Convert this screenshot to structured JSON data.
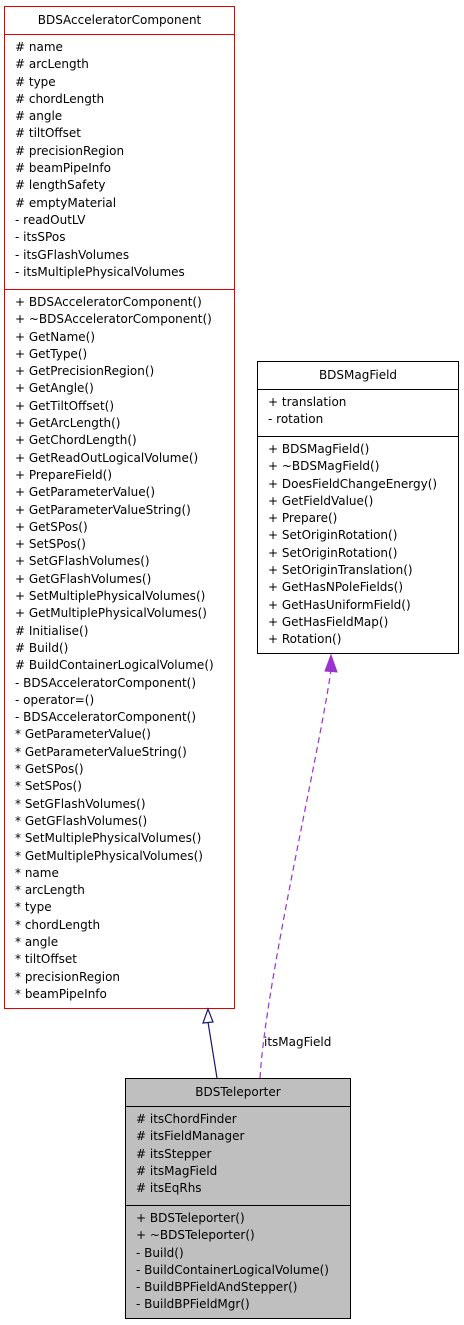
{
  "classes": {
    "accelerator_component": {
      "name": "BDSAcceleratorComponent",
      "border_color": "#e00000",
      "attributes": [
        "# name",
        "# arcLength",
        "# type",
        "# chordLength",
        "# angle",
        "# tiltOffset",
        "# precisionRegion",
        "# beamPipeInfo",
        "# lengthSafety",
        "# emptyMaterial",
        "- readOutLV",
        "- itsSPos",
        "- itsGFlashVolumes",
        "- itsMultiplePhysicalVolumes"
      ],
      "operations": [
        "+ BDSAcceleratorComponent()",
        "+ ~BDSAcceleratorComponent()",
        "+ GetName()",
        "+ GetType()",
        "+ GetPrecisionRegion()",
        "+ GetAngle()",
        "+ GetTiltOffset()",
        "+ GetArcLength()",
        "+ GetChordLength()",
        "+ GetReadOutLogicalVolume()",
        "+ PrepareField()",
        "+ GetParameterValue()",
        "+ GetParameterValueString()",
        "+ GetSPos()",
        "+ SetSPos()",
        "+ SetGFlashVolumes()",
        "+ GetGFlashVolumes()",
        "+ SetMultiplePhysicalVolumes()",
        "+ GetMultiplePhysicalVolumes()",
        "# Initialise()",
        "# Build()",
        "# BuildContainerLogicalVolume()",
        "- BDSAcceleratorComponent()",
        "- operator=()",
        "- BDSAcceleratorComponent()",
        "* GetParameterValue()",
        "* GetParameterValueString()",
        "* GetSPos()",
        "* SetSPos()",
        "* SetGFlashVolumes()",
        "* GetGFlashVolumes()",
        "* SetMultiplePhysicalVolumes()",
        "* GetMultiplePhysicalVolumes()",
        "* name",
        "* arcLength",
        "* type",
        "* chordLength",
        "* angle",
        "* tiltOffset",
        "* precisionRegion",
        "* beamPipeInfo"
      ]
    },
    "mag_field": {
      "name": "BDSMagField",
      "attributes": [
        "+ translation",
        "- rotation"
      ],
      "operations": [
        "+ BDSMagField()",
        "+ ~BDSMagField()",
        "+ DoesFieldChangeEnergy()",
        "+ GetFieldValue()",
        "+ Prepare()",
        "+ SetOriginRotation()",
        "+ SetOriginRotation()",
        "+ SetOriginTranslation()",
        "+ GetHasNPoleFields()",
        "+ GetHasUniformField()",
        "+ GetHasFieldMap()",
        "+ Rotation()"
      ]
    },
    "teleporter": {
      "name": "BDSTeleporter",
      "fill_color": "#bfbfbf",
      "attributes": [
        "# itsChordFinder",
        "# itsFieldManager",
        "# itsStepper",
        "# itsMagField",
        "# itsEqRhs"
      ],
      "operations": [
        "+ BDSTeleporter()",
        "+ ~BDSTeleporter()",
        "- Build()",
        "- BuildContainerLogicalVolume()",
        "- BuildBPFieldAndStepper()",
        "- BuildBPFieldMgr()"
      ]
    }
  },
  "edges": {
    "inheritance": {
      "from": "BDSTeleporter",
      "to": "BDSAcceleratorComponent",
      "color": "#191970"
    },
    "usage": {
      "from": "BDSTeleporter",
      "to": "BDSMagField",
      "label": "itsMagField",
      "color": "#9a32cd"
    }
  }
}
